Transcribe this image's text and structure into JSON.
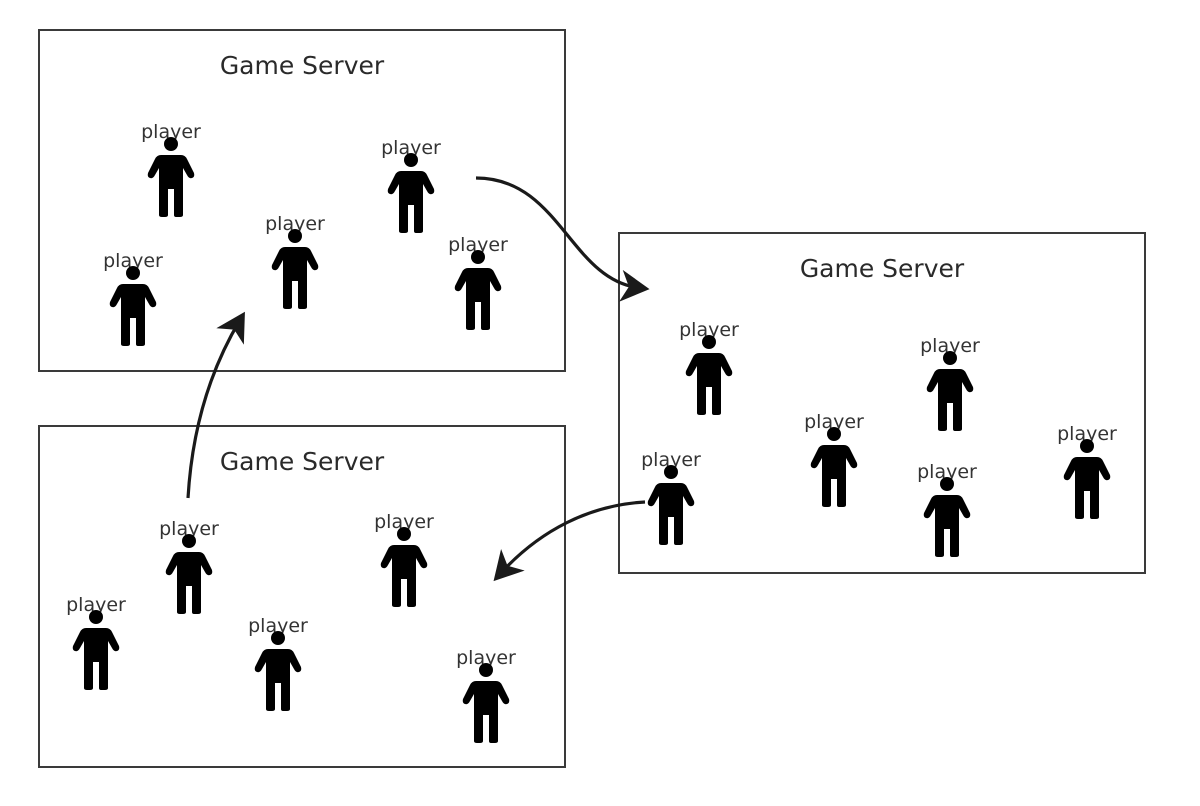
{
  "servers": [
    {
      "title": "Game Server",
      "players": [
        {
          "label": "player"
        },
        {
          "label": "player"
        },
        {
          "label": "player"
        },
        {
          "label": "player"
        },
        {
          "label": "player"
        }
      ]
    },
    {
      "title": "Game Server",
      "players": [
        {
          "label": "player"
        },
        {
          "label": "player"
        },
        {
          "label": "player"
        },
        {
          "label": "player"
        },
        {
          "label": "player"
        }
      ]
    },
    {
      "title": "Game Server",
      "players": [
        {
          "label": "player"
        },
        {
          "label": "player"
        },
        {
          "label": "player"
        },
        {
          "label": "player"
        },
        {
          "label": "player"
        },
        {
          "label": "player"
        }
      ]
    }
  ],
  "arrows": [
    {
      "from": "server-1-player-4",
      "to": "server-3"
    },
    {
      "from": "server-2-player-1",
      "to": "server-1"
    },
    {
      "from": "server-3-player-2",
      "to": "server-2"
    }
  ],
  "colors": {
    "stroke": "#1a1a1a",
    "figure": "#000000",
    "text": "#333333"
  }
}
